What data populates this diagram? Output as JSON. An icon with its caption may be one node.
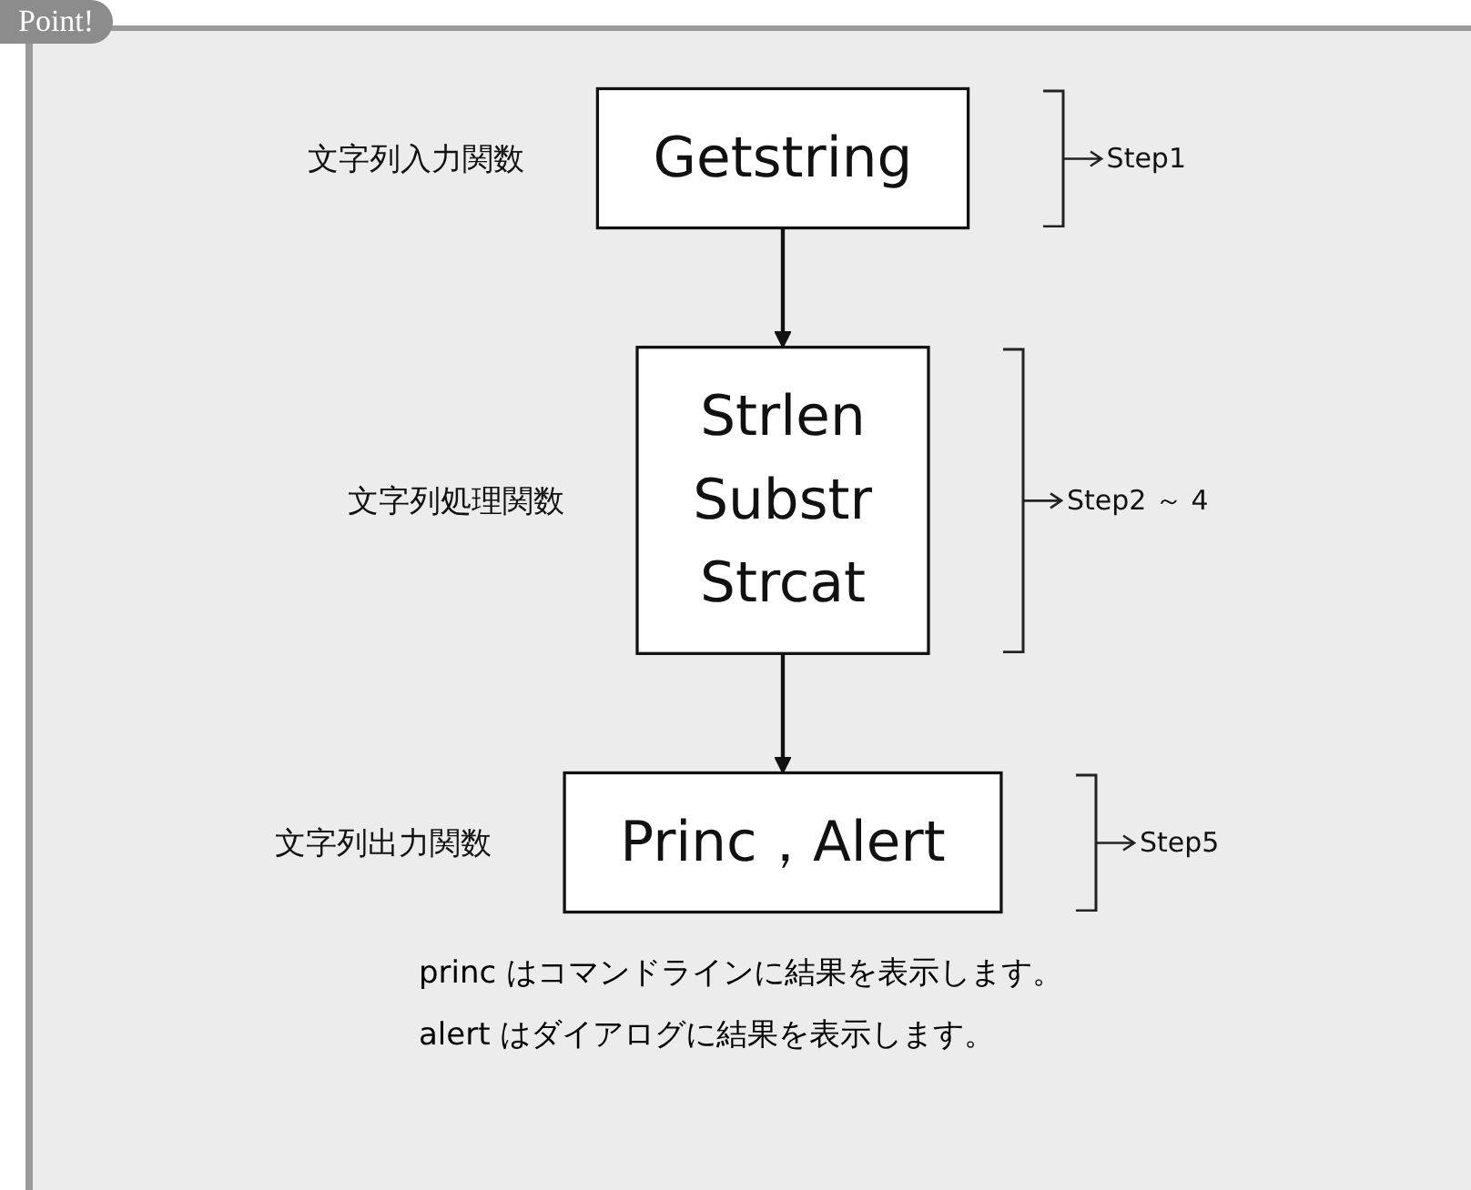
{
  "diagram": {
    "title": "Point!",
    "nodes": [
      {
        "text": [
          "Getstring"
        ],
        "beside": [
          "文字列入力関数"
        ]
      },
      {
        "text": [
          "Strlen",
          "Substr",
          "Strcat"
        ],
        "beside": [
          "文字列処理関数"
        ]
      },
      {
        "text": [
          "Princ，Alert"
        ],
        "beside": [
          "文字列出力関数"
        ]
      }
    ],
    "edges": [
      {
        "from": 0,
        "to": 1,
        "arrow": "to"
      },
      {
        "from": 1,
        "to": 2,
        "arrow": "to"
      }
    ],
    "labels": [
      "Step1",
      "Step2 ～ 4",
      "Step5",
      "princ はコマンドラインに結果を表示します。",
      "alert はダイアログに結果を表示します。"
    ]
  }
}
